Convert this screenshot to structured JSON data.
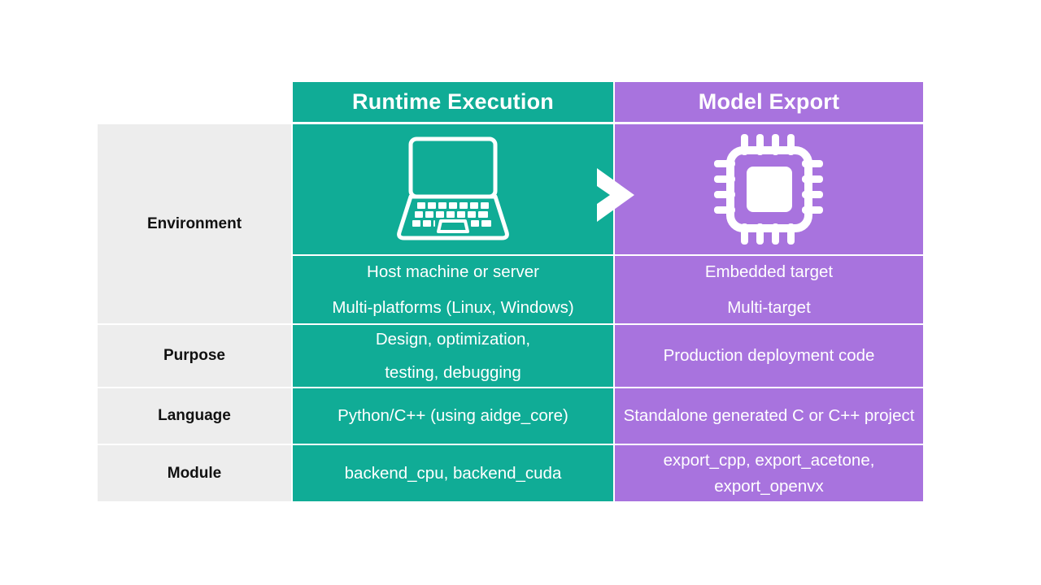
{
  "palette": {
    "teal": "#10AC96",
    "purple": "#A873DE",
    "gray": "#EDEDED",
    "white": "#FFFFFF",
    "text_dark": "#111111"
  },
  "table": {
    "headers": {
      "row_label_column": "",
      "runtime": "Runtime Execution",
      "export": "Model Export"
    },
    "row_labels": {
      "environment": "Environment",
      "purpose": "Purpose",
      "language": "Language",
      "module": "Module"
    },
    "icons": {
      "runtime": "laptop-icon",
      "export": "microchip-icon",
      "flow": "chevron-right-arrow-icon"
    },
    "rows": [
      {
        "label": "Environment",
        "runtime_lines": [
          "Host machine or server",
          "Multi-platforms (Linux, Windows)"
        ],
        "export_lines": [
          "Embedded target",
          "Multi-target"
        ]
      },
      {
        "label": "Purpose",
        "runtime_lines": [
          "Design, optimization,",
          "testing, debugging"
        ],
        "export_lines": [
          "Production deployment code"
        ]
      },
      {
        "label": "Language",
        "runtime_lines": [
          "Python/C++ (using aidge_core)"
        ],
        "export_lines": [
          "Standalone generated C or C++ project"
        ]
      },
      {
        "label": "Module",
        "runtime_lines": [
          "backend_cpu, backend_cuda"
        ],
        "export_lines": [
          "export_cpp, export_acetone, export_openvx"
        ]
      }
    ]
  }
}
